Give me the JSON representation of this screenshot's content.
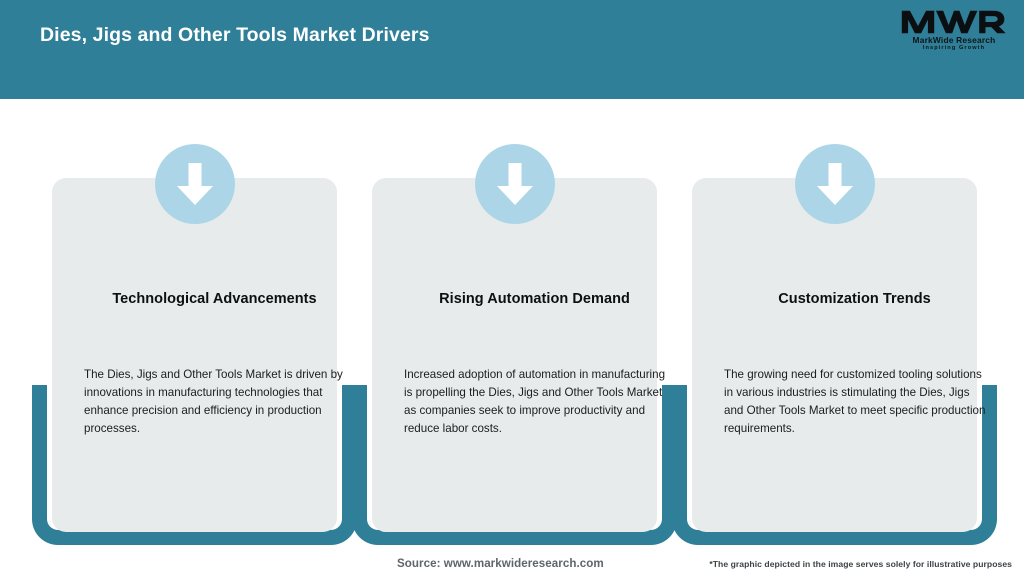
{
  "header": {
    "title": "Dies, Jigs and Other Tools Market Drivers",
    "bg_color": "#2E7F97",
    "logo": {
      "mark": "MWR",
      "name": "MarkWide Research",
      "tagline": "Inspiring Growth"
    }
  },
  "cards": [
    {
      "icon": "down-arrow-icon",
      "title": "Technological Advancements",
      "text": "The Dies, Jigs and Other Tools Market is driven by innovations in manufacturing technologies that enhance precision and efficiency in production processes."
    },
    {
      "icon": "down-arrow-icon",
      "title": "Rising Automation Demand",
      "text": "Increased adoption of automation in manufacturing is propelling the Dies, Jigs and Other Tools Market as companies seek to improve productivity and reduce labor costs."
    },
    {
      "icon": "down-arrow-icon",
      "title": "Customization Trends",
      "text": "The growing need for customized tooling solutions in various industries is stimulating the Dies, Jigs and Other Tools Market to meet specific production requirements."
    }
  ],
  "footer": {
    "source": "Source: www.markwideresearch.com",
    "disclaimer": "*The graphic depicted in the image serves solely for illustrative purposes"
  },
  "colors": {
    "accent_teal": "#2E7F97",
    "card_bg": "#E7EBEC",
    "icon_circle": "#ACD6E7",
    "arrow": "#FFFFFF"
  }
}
